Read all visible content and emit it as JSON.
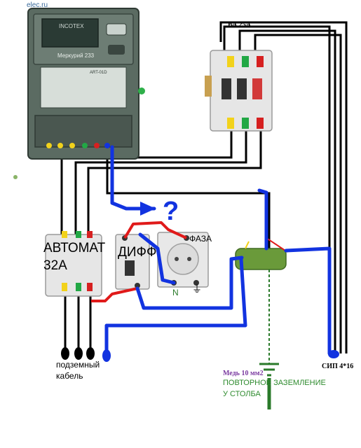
{
  "watermark": "elec.ru",
  "meter": {
    "brand": "INCOTEX",
    "model": "Меркурий 233",
    "plate_model": "ART-01D",
    "lcd_reading": ""
  },
  "labels": {
    "breaker_rating": "ВА 25А",
    "automat_line1": "АВТОМАТ",
    "automat_line2": "32А",
    "diff": "ДИФФ",
    "question": "?",
    "phase": "ФАЗА",
    "neutral": "N",
    "ground_symbol": "⏚",
    "underground_line1": "подземный",
    "underground_line2": "кабель",
    "copper": "Медь 10 мм2",
    "reground_line1": "ПОВТОРНОЕ ЗАЗЕМЛЕНИЕ",
    "reground_line2": "У СТОЛБА",
    "sip": "СИП 4*16"
  },
  "colors": {
    "black_wire": "#000000",
    "blue_wire": "#1233e0",
    "red_wire": "#e01a1a",
    "green_wire": "#2a7a2a",
    "meter_body": "#5b6b62",
    "meter_lcd": "#2a3a34",
    "breaker_body": "#e6e6e6",
    "terminal_yellow": "#f2d21b",
    "terminal_green": "#22a845",
    "terminal_red": "#d62020",
    "copper_label": "#7a3aa0",
    "reground_label": "#2e8b2e"
  }
}
